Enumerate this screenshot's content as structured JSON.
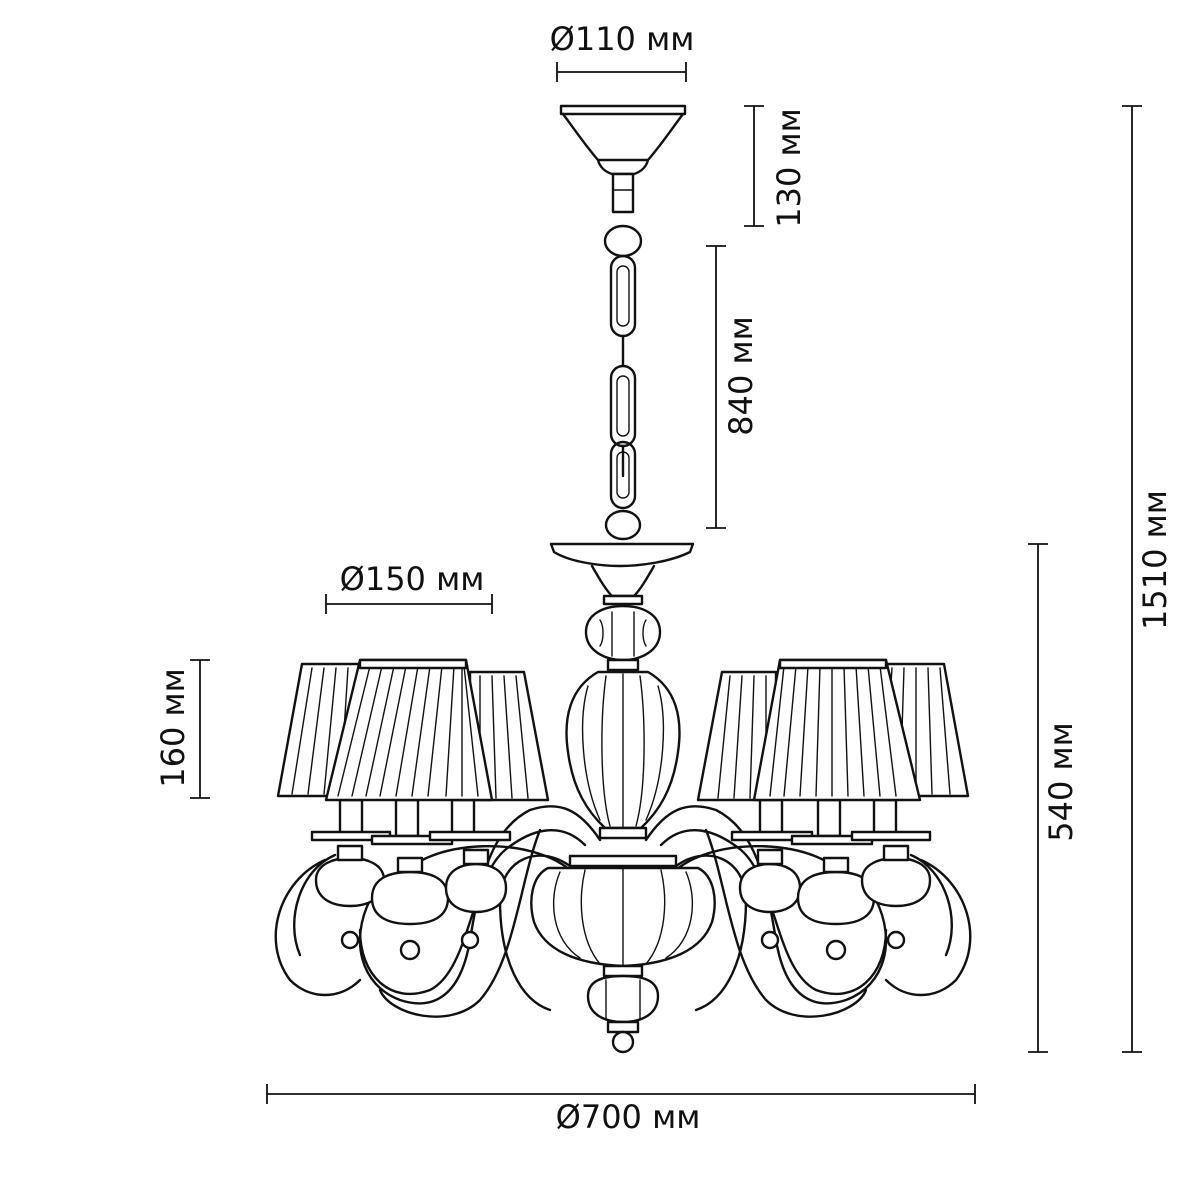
{
  "dimensions": {
    "canopy_diameter": "Ø110 мм",
    "canopy_height": "130 мм",
    "chain_length": "840 мм",
    "total_height": "1510 мм",
    "body_height": "540 мм",
    "shade_diameter": "Ø150 мм",
    "shade_height": "160 мм",
    "overall_diameter": "Ø700 мм"
  }
}
